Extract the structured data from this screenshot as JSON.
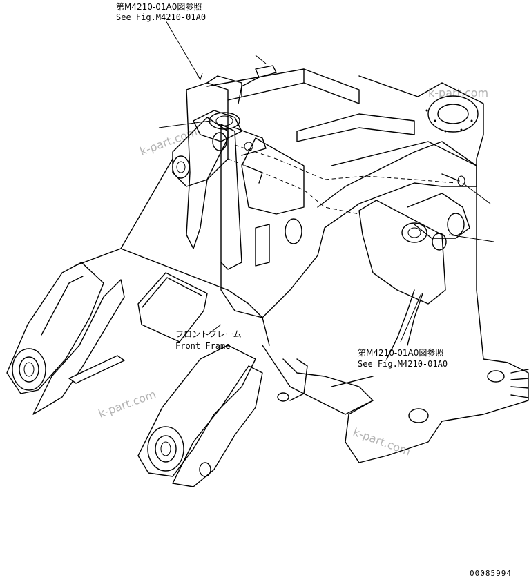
{
  "callouts": {
    "top": {
      "jp": "第M4210-01A0図参照",
      "en": "See Fig.M4210-01A0"
    },
    "right": {
      "jp": "第M4210-01A0図参照",
      "en": "See Fig.M4210-01A0"
    }
  },
  "frame_label": {
    "jp": "フロントフレーム",
    "en": "Front Frame"
  },
  "watermark": "k-part.com",
  "drawing_number": "00085994"
}
